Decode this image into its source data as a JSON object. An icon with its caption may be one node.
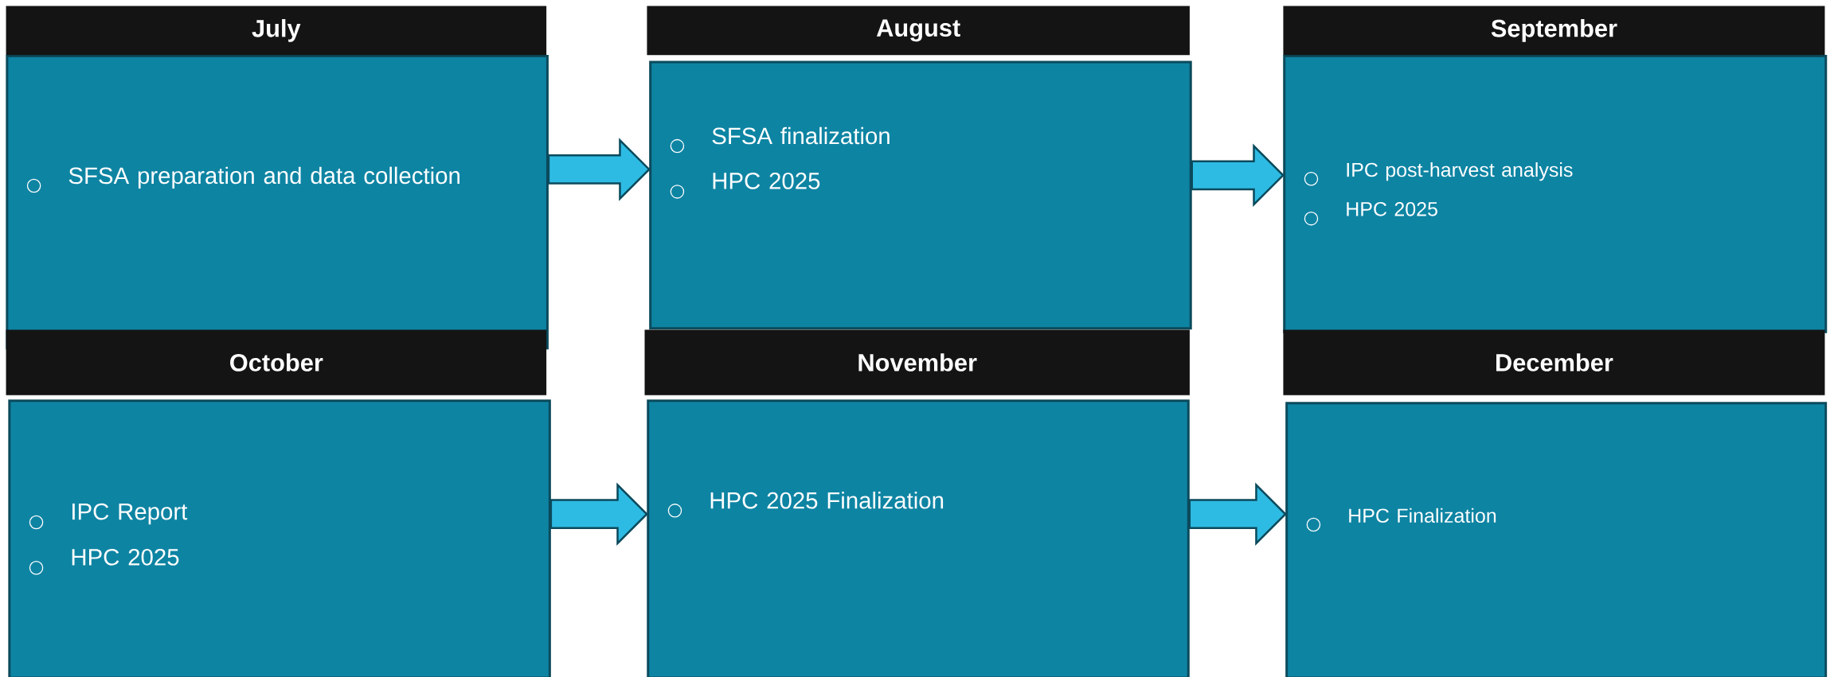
{
  "diagram": {
    "nodes": [
      {
        "text": [
          "July",
          "SFSA preparation and data collection"
        ]
      },
      {
        "text": [
          "August",
          "SFSA finalization",
          "HPC 2025"
        ]
      },
      {
        "text": [
          "September",
          "IPC post-harvest analysis",
          "HPC 2025"
        ]
      },
      {
        "text": [
          "October",
          "IPC Report",
          "HPC 2025"
        ]
      },
      {
        "text": [
          "November",
          "HPC 2025 Finalization"
        ]
      },
      {
        "text": [
          "December",
          "HPC Finalization"
        ]
      }
    ],
    "edges": [
      {
        "from": 0,
        "to": 1,
        "arrow": "to"
      },
      {
        "from": 1,
        "to": 2,
        "arrow": "to"
      },
      {
        "from": 3,
        "to": 4,
        "arrow": "to"
      },
      {
        "from": 4,
        "to": 5,
        "arrow": "to"
      }
    ]
  }
}
